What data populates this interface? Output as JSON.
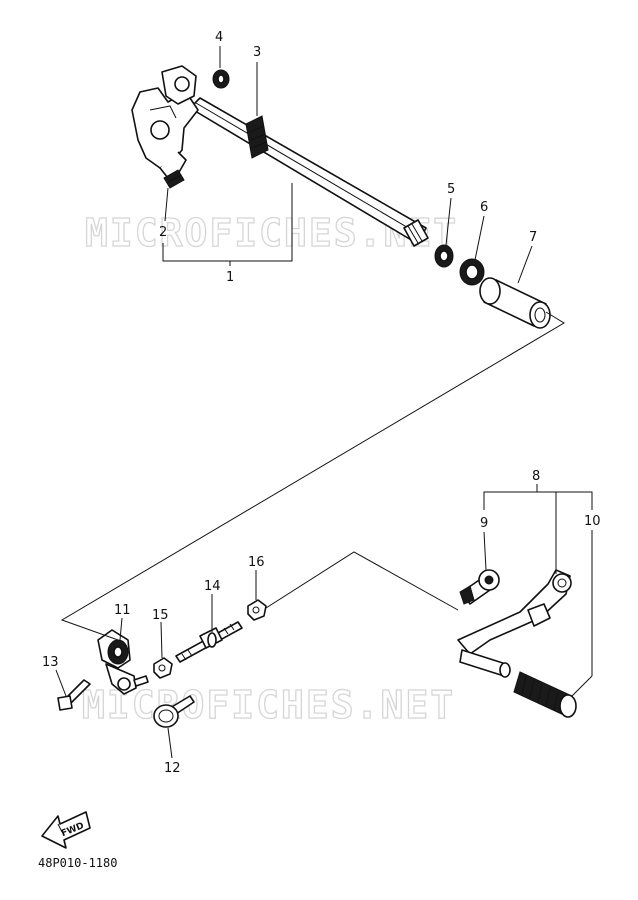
{
  "diagram": {
    "watermarks": [
      "MICROFICHES.NET",
      "MICROFICHES.NET"
    ],
    "callouts": [
      {
        "id": 1,
        "label": "1"
      },
      {
        "id": 2,
        "label": "2"
      },
      {
        "id": 3,
        "label": "3"
      },
      {
        "id": 4,
        "label": "4"
      },
      {
        "id": 5,
        "label": "5"
      },
      {
        "id": 6,
        "label": "6"
      },
      {
        "id": 7,
        "label": "7"
      },
      {
        "id": 8,
        "label": "8"
      },
      {
        "id": 9,
        "label": "9"
      },
      {
        "id": 10,
        "label": "10"
      },
      {
        "id": 11,
        "label": "11"
      },
      {
        "id": 12,
        "label": "12"
      },
      {
        "id": 13,
        "label": "13"
      },
      {
        "id": 14,
        "label": "14"
      },
      {
        "id": 15,
        "label": "15"
      },
      {
        "id": 16,
        "label": "16"
      }
    ],
    "direction_label": "FWD",
    "diagram_code": "48P010-1180"
  }
}
